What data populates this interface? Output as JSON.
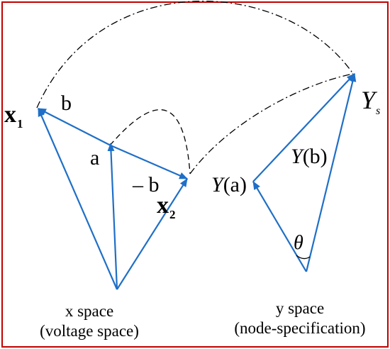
{
  "labels": {
    "x1_main": "x",
    "x1_sub": "1",
    "x2_main": "x",
    "x2_sub": "2",
    "b": "b",
    "a": "a",
    "minus_b": "– b",
    "ya_func": "Y",
    "ya_arg": "(a)",
    "yb_func": "Y",
    "yb_arg": "(b)",
    "ys_main": "Y",
    "ys_sub": "s",
    "theta": "θ"
  },
  "captions": {
    "x_space_line1": "x space",
    "x_space_line2": "(voltage space)",
    "y_space_line1": "y space",
    "y_space_line2": "(node-specification)"
  },
  "colors": {
    "vector": "#1f6fc6",
    "dashed": "#000000",
    "frame": "#c00000",
    "text": "#000000"
  }
}
